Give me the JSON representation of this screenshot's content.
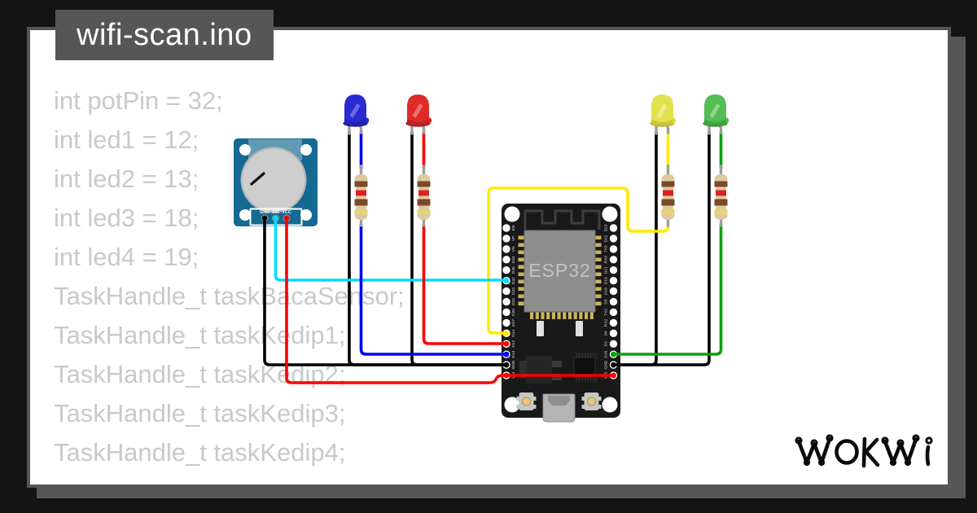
{
  "title": "wifi-scan.ino",
  "code": {
    "lines": [
      "int potPin = 32;",
      "int led1 = 12;",
      "int led2 = 13;",
      "int led3 = 18;",
      "int led4 = 19;",
      "TaskHandle_t taskBacaSensor;",
      "TaskHandle_t taskKedip1;",
      "TaskHandle_t taskKedip2;",
      "TaskHandle_t taskKedip3;",
      "TaskHandle_t taskKedip4;"
    ]
  },
  "logo": {
    "text": "WOKWI"
  },
  "pot": {
    "labels": [
      "GND",
      "SIG",
      "VCC"
    ]
  },
  "esp32": {
    "chip_label": "ESP32",
    "left_pins": [
      "EN",
      "VP",
      "VN",
      "D34",
      "D35",
      "D32",
      "D33",
      "D25",
      "D26",
      "D27",
      "D14",
      "D12",
      "D13",
      "GND",
      "VIN"
    ],
    "right_pins": [
      "D23",
      "D22",
      "TX0",
      "RX0",
      "D21",
      "D19",
      "D18",
      "D5",
      "TX2",
      "RX2",
      "D4",
      "D2",
      "D15",
      "GND",
      "3V3"
    ]
  },
  "colors": {
    "frame-gray": "#565656",
    "code-gray": "#c9c9c9",
    "wire-black": "#000000",
    "wire-red": "#fb0000",
    "wire-blue": "#0000f0",
    "wire-cyan": "#00dcff",
    "wire-yellow": "#ffe900",
    "wire-green": "#0ca00c",
    "pot-blue": "#156a93",
    "board-black": "#191919",
    "chip-gray": "#8e8e8e",
    "gold": "#c9b35c",
    "led-blue": "#2a2ad2",
    "led-blue-dark": "#1c1c9e",
    "led-blue-light": "#8080f2",
    "led-red": "#e02a2a",
    "led-red-dark": "#a81f1f",
    "led-red-light": "#f08a8a",
    "led-yellow": "#e2e24e",
    "led-yellow-dark": "#b9b92e",
    "led-yellow-light": "#f2f2a0",
    "led-green": "#55bd55",
    "led-green-dark": "#349435",
    "led-green-light": "#a2e2a2",
    "resistor-body": "#dcc9a4",
    "band-brown": "#7a4a28",
    "band-red": "#df2020",
    "band-gold": "#e8d36e"
  }
}
